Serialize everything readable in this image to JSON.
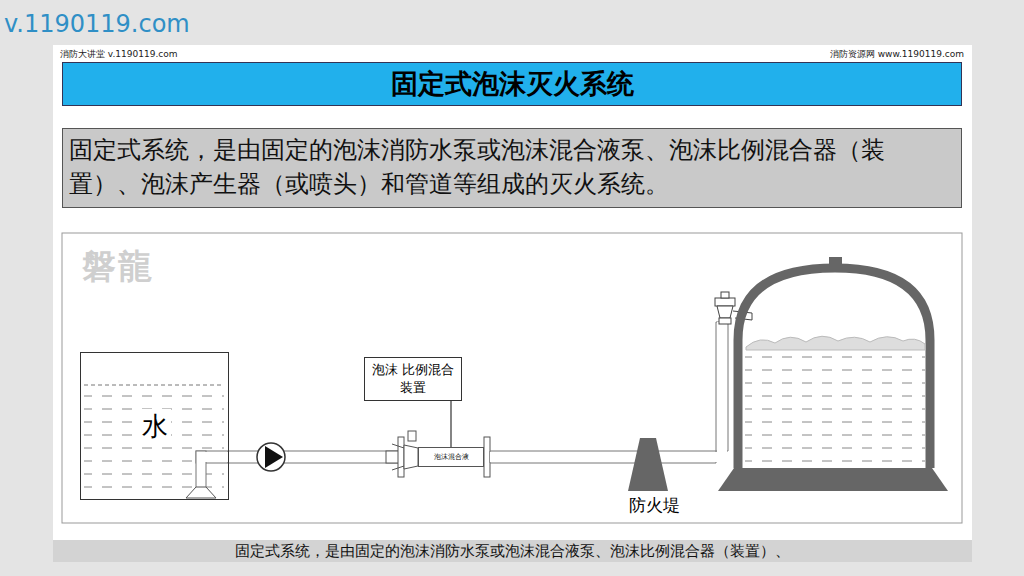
{
  "diagram": {
    "title": "固定式泡沫灭火系统",
    "caption": "固定式系统，是由固定的泡沫消防水泵或泡沫混合液泵、泡沫比例混合器（装置）、",
    "nodes": [
      {
        "text": [
          "固定式系统，是由固定的泡沫消防水泵或泡沫混合液泵、泡沫比例混合器（装置）、泡沫产生器（或喷头）和管道等组成的灭火系统。"
        ]
      },
      {
        "text": [
          "水"
        ]
      },
      {
        "text": [
          "泡沫 比例混合装置"
        ]
      },
      {
        "text": [
          "泡沫混合液"
        ]
      }
    ],
    "edges": [
      {
        "from": 1,
        "to": 3,
        "arrow": "none"
      },
      {
        "from": 2,
        "to": 3,
        "arrow": "none"
      }
    ],
    "labels": [
      "v.1190119.com",
      "消防大讲堂 v.1190119.com",
      "消防资源网 www.1190119.com",
      "磐龍",
      "防火堤"
    ]
  }
}
